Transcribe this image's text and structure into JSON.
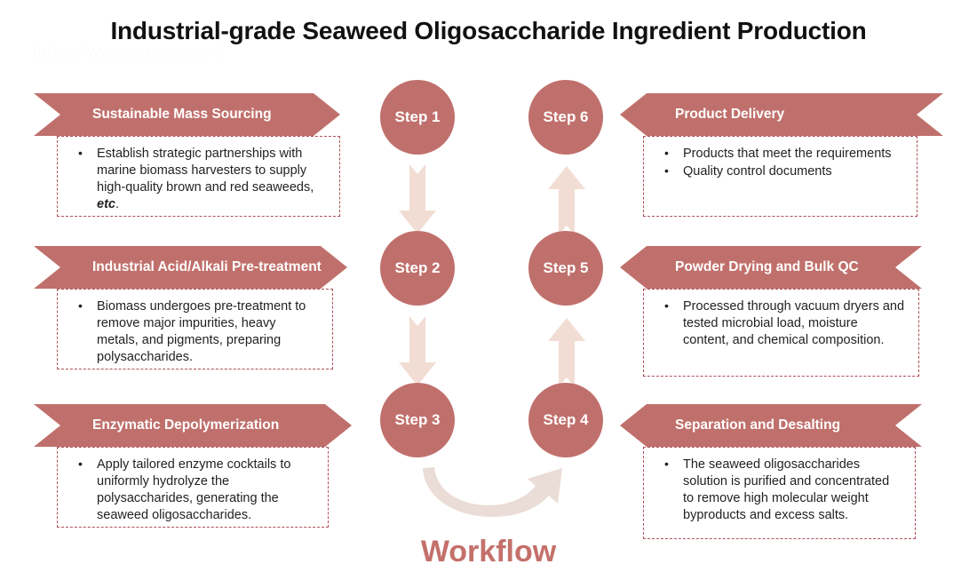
{
  "title": "Industrial-grade Seaweed Oligosaccharide Ingredient Production",
  "watermark": "https://www.vpinst.com/",
  "workflow_caption": "Workflow",
  "colors": {
    "chevron": "#c0706c",
    "circle": "#c0706c",
    "arrow": "#f2ddd4",
    "dashed_border": "#ad4f58",
    "caption": "#c4706a",
    "title": "#111111"
  },
  "steps": [
    {
      "id": "step-1",
      "label": "Step 1"
    },
    {
      "id": "step-2",
      "label": "Step 2"
    },
    {
      "id": "step-3",
      "label": "Step 3"
    },
    {
      "id": "step-4",
      "label": "Step 4"
    },
    {
      "id": "step-5",
      "label": "Step 5"
    },
    {
      "id": "step-6",
      "label": "Step 6"
    }
  ],
  "panels": {
    "left": [
      {
        "heading": "Sustainable Mass Sourcing",
        "bullets": [
          "Establish strategic partnerships with marine biomass harvesters to supply high-quality brown and red seaweeds, etc."
        ]
      },
      {
        "heading": "Industrial Acid/Alkali Pre-treatment",
        "bullets": [
          "Biomass undergoes pre-treatment to remove major impurities, heavy metals, and pigments, preparing polysaccharides."
        ]
      },
      {
        "heading": "Enzymatic Depolymerization",
        "bullets": [
          "Apply tailored enzyme cocktails to uniformly hydrolyze the polysaccharides, generating the seaweed oligosaccharides."
        ]
      }
    ],
    "right": [
      {
        "heading": "Product Delivery",
        "bullets": [
          "Products that meet the requirements",
          "Quality control documents"
        ]
      },
      {
        "heading": "Powder Drying and Bulk QC",
        "bullets": [
          "Processed through vacuum dryers and tested microbial load, moisture content, and chemical composition."
        ]
      },
      {
        "heading": "Separation and Desalting",
        "bullets": [
          "The seaweed oligosaccharides solution is purified and concentrated to remove high molecular weight byproducts and excess salts."
        ]
      }
    ]
  },
  "arrows": [
    {
      "id": "arrow-step1-step2",
      "direction": "down"
    },
    {
      "id": "arrow-step2-step3",
      "direction": "down"
    },
    {
      "id": "arrow-step3-step4",
      "direction": "curve-right"
    },
    {
      "id": "arrow-step4-step5",
      "direction": "up"
    },
    {
      "id": "arrow-step5-step6",
      "direction": "up"
    }
  ]
}
